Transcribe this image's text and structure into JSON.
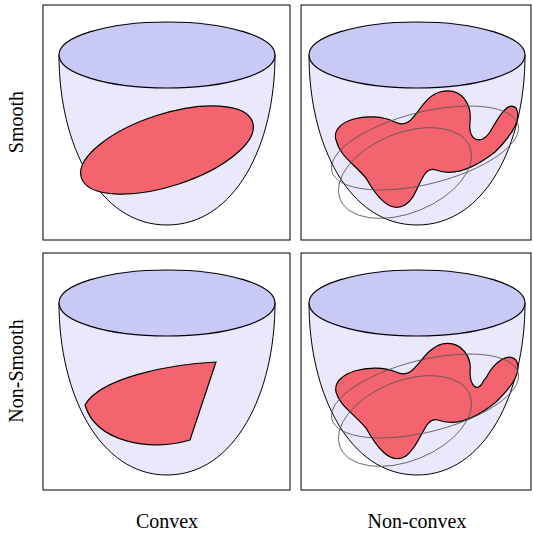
{
  "diagram": {
    "labels": [
      "Smooth",
      "Non-Smooth",
      "Convex",
      "Non-convex"
    ]
  }
}
